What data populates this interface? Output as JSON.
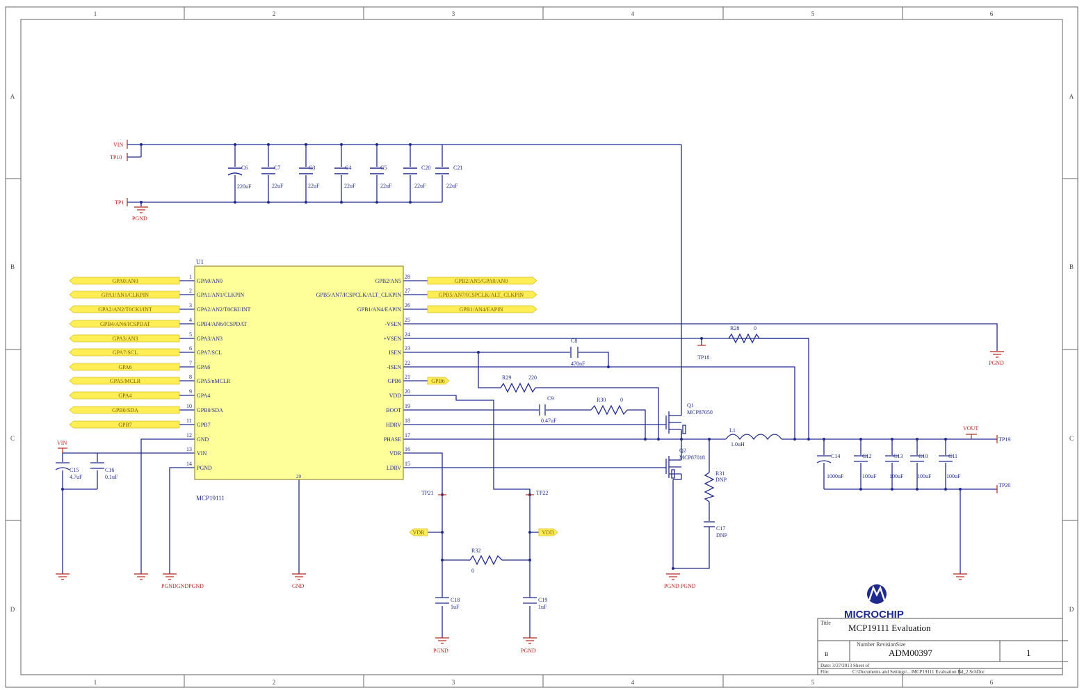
{
  "border": {
    "cols": [
      "1",
      "2",
      "3",
      "4",
      "5",
      "6"
    ],
    "rows": [
      "A",
      "B",
      "C",
      "D"
    ]
  },
  "colors": {
    "wire": "#1f2a8c",
    "symbol": "#1f2a8c",
    "power": "#b3261e",
    "body_fill": "#ffff99",
    "body_stroke": "#9a8a3a",
    "port_fill": "#ffee55",
    "frame": "#666666"
  },
  "power": {
    "vin": "VIN",
    "tp10": "TP10",
    "tp1": "TP1",
    "pgnd": "PGND",
    "gnd": "GND",
    "vin_c": "VIN",
    "pgnd_gnd_pgnd": "PGNDGNDPGND",
    "pgnd_pgnd": "PGND PGND",
    "vout": "VOUT"
  },
  "input_caps": [
    {
      "ref": "C6",
      "val": "220uF"
    },
    {
      "ref": "C7",
      "val": "22uF"
    },
    {
      "ref": "C3",
      "val": "22uF"
    },
    {
      "ref": "C4",
      "val": "22uF"
    },
    {
      "ref": "C5",
      "val": "22uF"
    },
    {
      "ref": "C20",
      "val": "22uF"
    },
    {
      "ref": "C21",
      "val": "22uF"
    }
  ],
  "ic": {
    "ref": "U1",
    "part": "MCP19111",
    "left_pins": [
      {
        "num": "1",
        "name": "GPA0/AN0"
      },
      {
        "num": "2",
        "name": "GPA1/AN1/CLKPIN"
      },
      {
        "num": "3",
        "name": "GPA2/AN2/T0CKI/INT"
      },
      {
        "num": "4",
        "name": "GPB4/AN6/ICSPDAT"
      },
      {
        "num": "5",
        "name": "GPA3/AN3"
      },
      {
        "num": "6",
        "name": "GPA7/SCL"
      },
      {
        "num": "7",
        "name": "GPA6"
      },
      {
        "num": "8",
        "name": "GPA5/nMCLR"
      },
      {
        "num": "9",
        "name": "GPA4"
      },
      {
        "num": "10",
        "name": "GPB0/SDA"
      },
      {
        "num": "11",
        "name": "GPB7"
      },
      {
        "num": "12",
        "name": "GND"
      },
      {
        "num": "13",
        "name": "VIN"
      },
      {
        "num": "14",
        "name": "PGND"
      }
    ],
    "right_pins": [
      {
        "num": "28",
        "name": "GPB2/AN5"
      },
      {
        "num": "27",
        "name": "GPB5/AN7/ICSPCLK/ALT_CLKPIN"
      },
      {
        "num": "26",
        "name": "GPB1/AN4/EAPIN"
      },
      {
        "num": "25",
        "name": "-VSEN"
      },
      {
        "num": "24",
        "name": "+VSEN"
      },
      {
        "num": "23",
        "name": "ISEN"
      },
      {
        "num": "22",
        "name": "-ISEN"
      },
      {
        "num": "21",
        "name": "GPB6"
      },
      {
        "num": "20",
        "name": "VDD"
      },
      {
        "num": "19",
        "name": "BOOT"
      },
      {
        "num": "18",
        "name": "HDRV"
      },
      {
        "num": "17",
        "name": "PHASE"
      },
      {
        "num": "16",
        "name": "VDR"
      },
      {
        "num": "15",
        "name": "LDRV"
      }
    ],
    "bottom_pin": "29"
  },
  "left_ports": [
    "GPA1/AN1/CLKPIN",
    "GPA2/AN2/T0CKI/INT",
    "GPB4/AN6/ICSPDAT",
    "GPA3/AN3",
    "GPA7/SCL",
    "GPA6",
    "GPA5/MCLR",
    "GPA4",
    "GPB0/SDA",
    "GPB7"
  ],
  "right_ports": [
    "GPB2/AN5/GPA0/AN0",
    "GPB5/AN7/ICSPCLK/ALT_CLKPIN",
    "GPB1/AN4/EAPIN",
    "GPB6"
  ],
  "parts": {
    "c8": {
      "ref": "C8",
      "val": "470nF"
    },
    "c9": {
      "ref": "C9",
      "val": "0.47uF"
    },
    "c15": {
      "ref": "C15",
      "val": "4.7uF"
    },
    "c16": {
      "ref": "C16",
      "val": "0.1uF"
    },
    "c17": {
      "ref": "C17",
      "val": "DNP"
    },
    "c18": {
      "ref": "C18",
      "val": "1uF"
    },
    "c19": {
      "ref": "C19",
      "val": "1uF"
    },
    "r28": {
      "ref": "R28",
      "val": "0"
    },
    "r29": {
      "ref": "R29",
      "val": "220"
    },
    "r30": {
      "ref": "R30",
      "val": "0"
    },
    "r31": {
      "ref": "R31",
      "val": "DNP"
    },
    "r32": {
      "ref": "R32",
      "val": "0"
    },
    "q1": {
      "ref": "Q1",
      "val": "MCP87050"
    },
    "q2": {
      "ref": "Q2",
      "val": "MCP87018"
    },
    "l1": {
      "ref": "L1",
      "val": "1.0uH"
    },
    "tp18": "TP18",
    "tp19": "TP19",
    "tp20": "TP20",
    "tp21": "TP21",
    "tp22": "TP22",
    "vdr_port": "VDR",
    "vdd_port": "VDD"
  },
  "output_caps": [
    {
      "ref": "C14",
      "val": "1000uF"
    },
    {
      "ref": "C12",
      "val": "100uF"
    },
    {
      "ref": "C13",
      "val": "100uF"
    },
    {
      "ref": "C10",
      "val": "100uF"
    },
    {
      "ref": "C11",
      "val": "100uF"
    }
  ],
  "title_block": {
    "logo": "MICROCHIP",
    "title_label": "Title",
    "title": "MCP19111 Evaluation",
    "number_label": "Number RevisionSize",
    "size": "B",
    "number": "ADM00397",
    "revision": "1",
    "date": "Date: 3/27/2013 Sheet   of",
    "file_label": "File:",
    "file": "C:\\Documents and Settings\\...\\MCP19111 Evaluation Bd_2.SchDoc"
  }
}
